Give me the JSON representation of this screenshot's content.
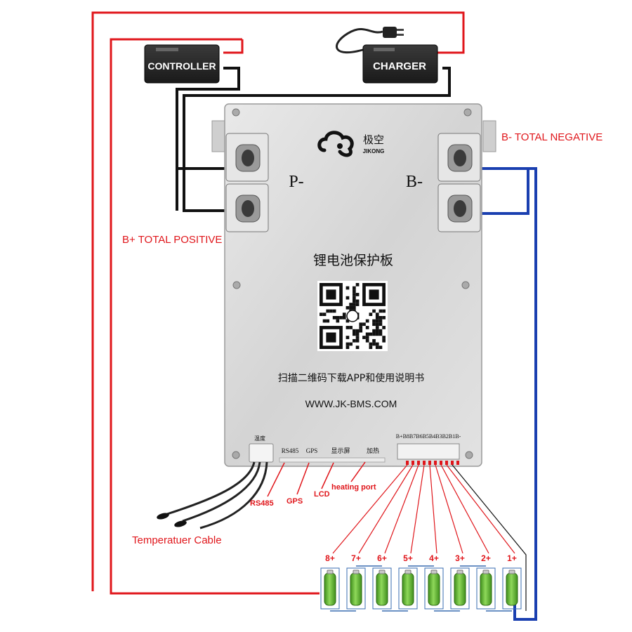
{
  "devices": {
    "controller": "CONTROLLER",
    "charger": "CHARGER"
  },
  "board": {
    "logo_cn": "极空",
    "logo_en": "JIKONG",
    "p_minus": "P-",
    "b_minus": "B-",
    "title_cn": "锂电池保护板",
    "scan_text": "扫描二维码下载APP和使用说明书",
    "website": "WWW.JK-BMS.COM",
    "temp_port": "温度",
    "port_rs485": "RS485",
    "port_gps": "GPS",
    "port_display": "显示屏",
    "port_heat": "加热",
    "balance_header": "B+B8B7B6B5B4B3B2B1B-"
  },
  "labels": {
    "b_total_negative": "B- TOTAL NEGATIVE",
    "b_total_positive": "B+ TOTAL POSITIVE",
    "rs485": "RS485",
    "gps": "GPS",
    "lcd": "LCD",
    "heating_port": "heating port",
    "temp_cable": "Temperatuer Cable"
  },
  "cells": [
    "8+",
    "7+",
    "6+",
    "5+",
    "4+",
    "3+",
    "2+",
    "1+"
  ],
  "colors": {
    "positive": "#e0161b",
    "negative": "#1a3fb0",
    "wire_black": "#111111",
    "board": "#dcdcdc",
    "battery": "#5cb82e"
  }
}
